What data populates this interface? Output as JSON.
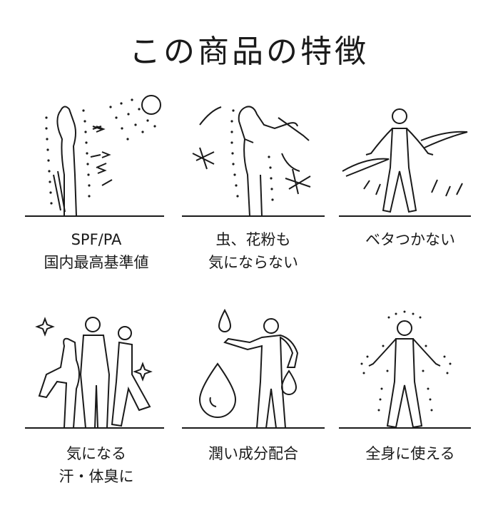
{
  "title": "この商品の特徴",
  "features": [
    {
      "icon": "sun-uv-icon",
      "lines": [
        "SPF/PA",
        "国内最高基準値"
      ]
    },
    {
      "icon": "golfer-insects-icon",
      "lines": [
        "虫、花粉も",
        "気にならない"
      ]
    },
    {
      "icon": "wind-person-icon",
      "lines": [
        "ベタつかない",
        ""
      ]
    },
    {
      "icon": "friends-sparkle-icon",
      "lines": [
        "気になる",
        "汗・体臭に"
      ]
    },
    {
      "icon": "water-drop-person-icon",
      "lines": [
        "潤い成分配合",
        ""
      ]
    },
    {
      "icon": "full-body-icon",
      "lines": [
        "全身に使える",
        ""
      ]
    }
  ]
}
